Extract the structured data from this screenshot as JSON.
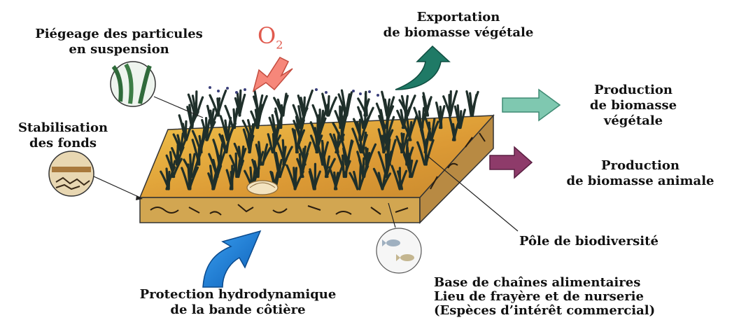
{
  "labels": {
    "piegeage": [
      "Piégeage des particules",
      "en suspension"
    ],
    "o2": "O",
    "o2_sub": "2",
    "exportation": [
      "Exportation",
      "de biomasse végétale"
    ],
    "production_vegetale": [
      "Production",
      "de biomasse",
      "végétale"
    ],
    "stabilisation": [
      "Stabilisation",
      "des fonds"
    ],
    "production_animale": [
      "Production",
      "de biomasse animale"
    ],
    "pole": "Pôle de biodiversité",
    "protection": [
      "Protection hydrodynamique",
      "de la bande côtière"
    ],
    "base": [
      "Base de chaînes alimentaires",
      "Lieu de frayère et de nurserie",
      "(Espèces d’intérêt commercial)"
    ]
  },
  "colors": {
    "o2_arrow": "#f6877a",
    "export_arrow": "#1f7a66",
    "prod_veg_arrow": "#7fc8b0",
    "prod_anim_arrow": "#8e3b6a",
    "protection_arrow": "#1e82d6",
    "sediment_top": "#e0a83a",
    "sediment_side": "#c9a04c",
    "seagrass": "#1f2f2a"
  }
}
